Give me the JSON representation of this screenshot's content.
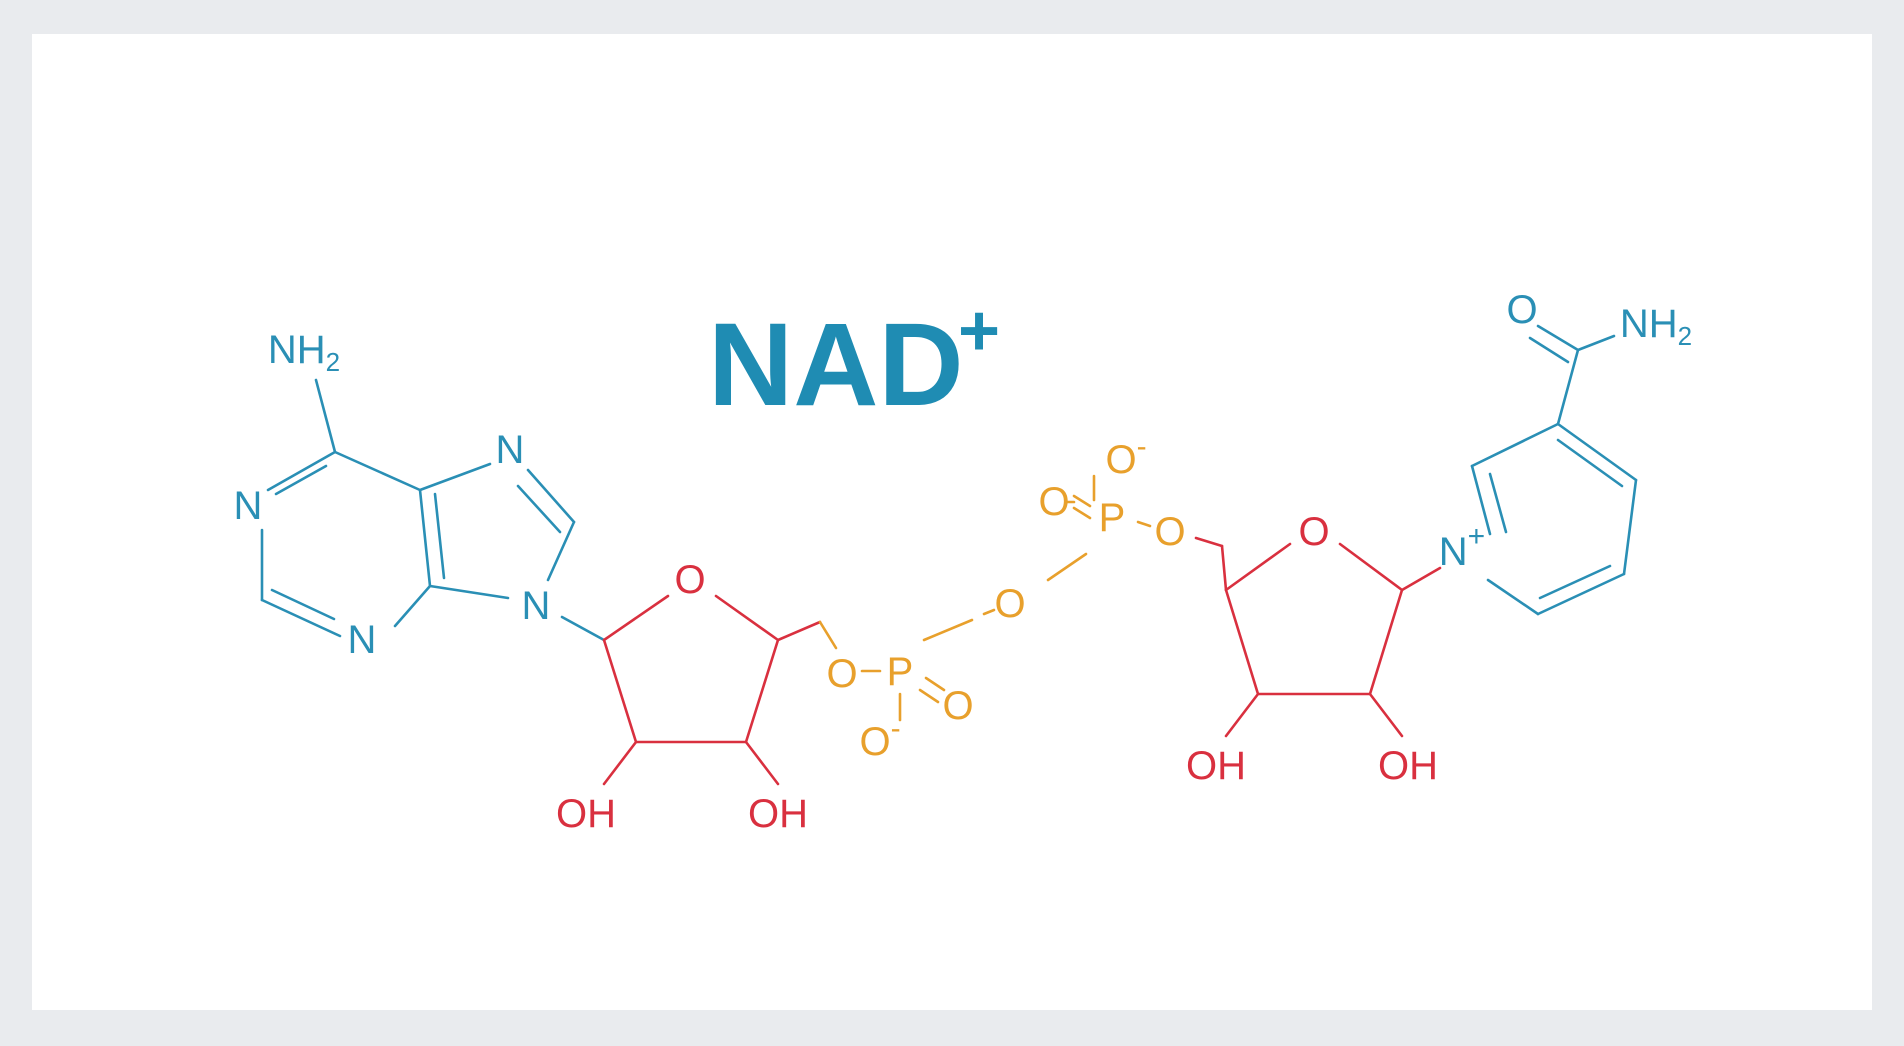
{
  "title": {
    "text": "NAD",
    "superscript": "+"
  },
  "colors": {
    "nucleobase": "#2a8fb5",
    "sugar": "#d9303f",
    "phosphate": "#e8a02c",
    "background": "#e9ebee",
    "card": "#ffffff"
  },
  "adenine": {
    "amine": "NH",
    "amine_sub": "2",
    "n1": "N",
    "n3": "N",
    "n7": "N",
    "n9": "N"
  },
  "ribose_left": {
    "ring_o": "O",
    "oh_left": "OH",
    "oh_right": "OH"
  },
  "phosphate_left": {
    "o_ester": "O",
    "p": "P",
    "o_double": "O",
    "o_minus": "O",
    "o_minus_charge": "-"
  },
  "bridge": {
    "o": "O"
  },
  "phosphate_right": {
    "o_ester": "O",
    "p": "P",
    "o_double": "O",
    "o_minus": "O",
    "o_minus_charge": "-"
  },
  "ribose_right": {
    "ring_o": "O",
    "oh_left": "OH",
    "oh_right": "OH"
  },
  "nicotinamide": {
    "n_plus": "N",
    "n_plus_charge": "+",
    "carbonyl_o": "O",
    "amine": "NH",
    "amine_sub": "2"
  }
}
